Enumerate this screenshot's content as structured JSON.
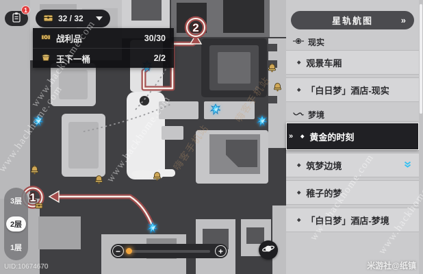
{
  "colors": {
    "accent_cyan": "#54d2fb",
    "gold": "#cfa757",
    "route_red": "#a24c4c",
    "badge_red": "#e13b3b",
    "slider_thumb_orange": "#f3a63e"
  },
  "icons": {
    "chevrons_right": "»",
    "diamond_bullet": "◆",
    "caret_down": "caret-down-icon"
  },
  "hud": {
    "tracker_button": {
      "icon": "clipboard-icon",
      "badge": "1"
    },
    "counter_pill": {
      "icon": "chest-icon",
      "value": "32 / 32"
    },
    "dropdown": {
      "rows": [
        {
          "icon": "loot-icon",
          "label": "战利品",
          "count": "30/30"
        },
        {
          "icon": "bucket-icon",
          "label": "王下一桶",
          "count": "2/2"
        }
      ]
    },
    "floor_selector": {
      "floors": [
        {
          "label": "3层",
          "selected": false
        },
        {
          "label": "2层",
          "selected": true
        },
        {
          "label": "1层",
          "selected": false
        }
      ]
    },
    "zoom_slider": {
      "minus": "−",
      "plus": "+"
    },
    "planet_button": {
      "icon": "planet-icon"
    }
  },
  "map": {
    "route_markers": [
      {
        "number": "1"
      },
      {
        "number": "2"
      }
    ]
  },
  "sidebar": {
    "title": "星轨航图",
    "sections": [
      {
        "label": "现实",
        "icon": "compass-icon",
        "items": [
          {
            "label": "观景车厢"
          },
          {
            "label": "「白日梦」酒店-现实"
          }
        ]
      },
      {
        "label": "梦境",
        "icon": "wave-icon",
        "items": [
          {
            "label": "黄金的时刻",
            "selected": true
          },
          {
            "label": "筑梦边境",
            "has_indicator": true
          },
          {
            "label": "稚子的梦"
          },
          {
            "label": "「白日梦」酒店-梦境"
          }
        ]
      }
    ]
  },
  "watermarks": {
    "diagonal": "www.hackhome.com",
    "diagonal2": "嗨客手机站",
    "uid": "UID:10674670",
    "credit": "米游社@纸镇"
  }
}
